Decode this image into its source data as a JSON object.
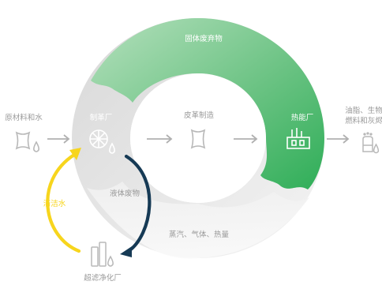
{
  "labels": {
    "raw_materials": "原材料和水",
    "tannery": "制革厂",
    "leather_making": "皮革制造",
    "power_plant": "热能厂",
    "outputs": [
      "油脂、生物",
      "燃料和灰烬"
    ],
    "solid_waste": "固体废弃物",
    "liquid_waste": "液体废物",
    "emissions": "蒸汽、气体、热量",
    "clean_water": "清洁水",
    "filtration_plant": "超滤净化厂"
  },
  "colors": {
    "green_dark": "#2fae58",
    "green_light": "#a6d9b1",
    "grey_ring": "#e8e8e8",
    "grey_icon": "#b8b8b8",
    "navy_arrow": "#163a55",
    "yellow_arrow": "#f7d51d",
    "label_grey": "#9a9a9a"
  },
  "icons": [
    "leather-hide-icon",
    "water-drop-icon",
    "lemon-slice-icon",
    "factory-icon",
    "oil-barrel-icon",
    "filter-tanks-icon"
  ]
}
